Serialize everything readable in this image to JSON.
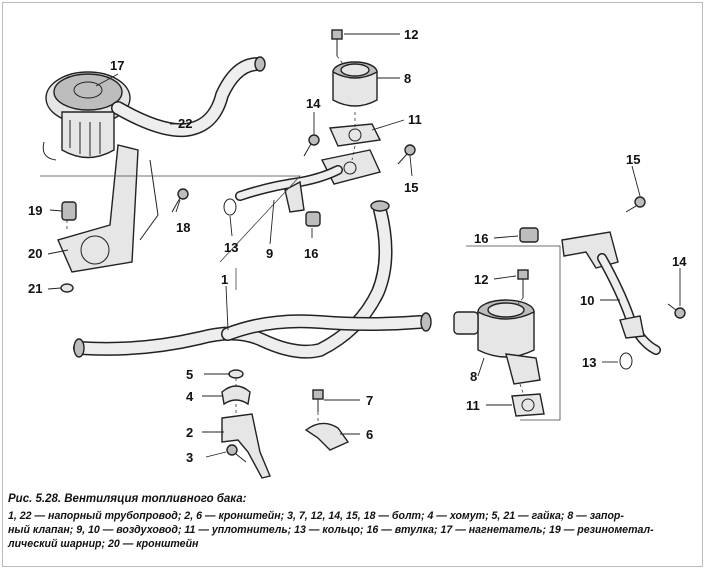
{
  "figure": {
    "caption_title": "Рис. 5.28. Вентиляция топливного бака:",
    "caption_line_1": "1, 22 — напорный трубопровод; 2, 6 — кронштейн; 3, 7, 12, 14, 15, 18 — болт; 4 — хомут; 5, 21 — гайка; 8 — запор-",
    "caption_line_2": "ный клапан; 9, 10 — воздуховод; 11 — уплотнитель; 13 — кольцо; 16 — втулка; 17 — нагнетатель; 19 — резинометал-",
    "caption_line_3": "лический шарнир; 20 — кронштейн"
  },
  "callouts": {
    "c17": "17",
    "c22": "22",
    "c19": "19",
    "c20": "20",
    "c21": "21",
    "c18": "18",
    "c12a": "12",
    "c8a": "8",
    "c14a": "14",
    "c11a": "11",
    "c15a": "15",
    "c13a": "13",
    "c9": "9",
    "c16a": "16",
    "c1": "1",
    "c5": "5",
    "c4": "4",
    "c2": "2",
    "c3": "3",
    "c7": "7",
    "c6": "6",
    "c15b": "15",
    "c16b": "16",
    "c12b": "12",
    "c14b": "14",
    "c10": "10",
    "c13b": "13",
    "c8b": "8",
    "c11b": "11"
  }
}
